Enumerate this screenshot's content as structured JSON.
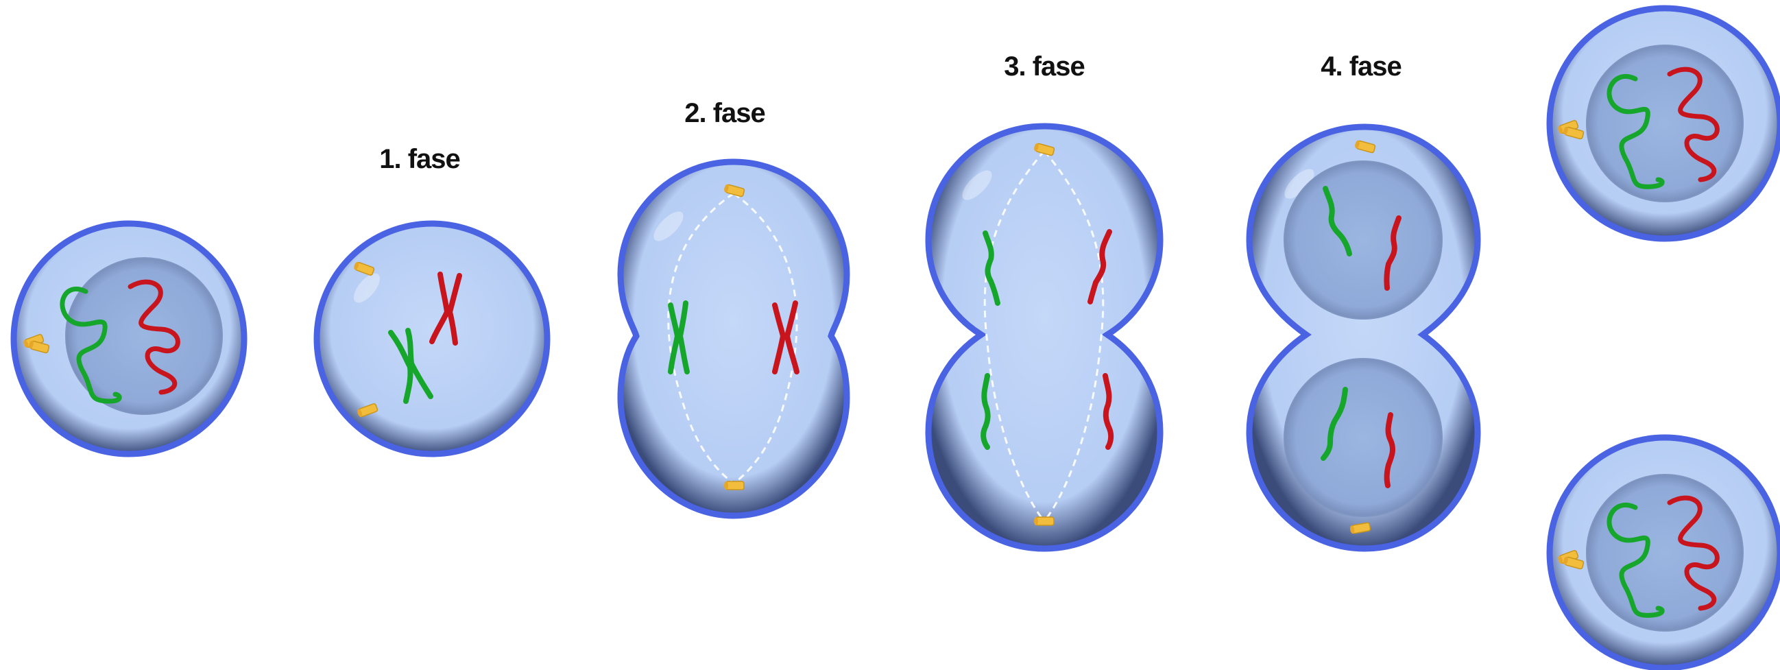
{
  "phases": [
    {
      "label": "1.  fase"
    },
    {
      "label": "2. fase"
    },
    {
      "label": "3. fase"
    },
    {
      "label": "4. fase"
    }
  ],
  "colors": {
    "membrane": "#4a63e3",
    "cytoplasm": "#b9d0f6",
    "nucleus": "#93aedc",
    "nucleus_edge": "#7f95c2",
    "chromosome_a": "#15a62b",
    "chromosome_b": "#c8141c",
    "centrosome": "#f2bd3c",
    "spindle": "#ffffff"
  },
  "icons": {
    "centrosome": "centrosome-icon",
    "chromosome": "chromosome-icon"
  }
}
